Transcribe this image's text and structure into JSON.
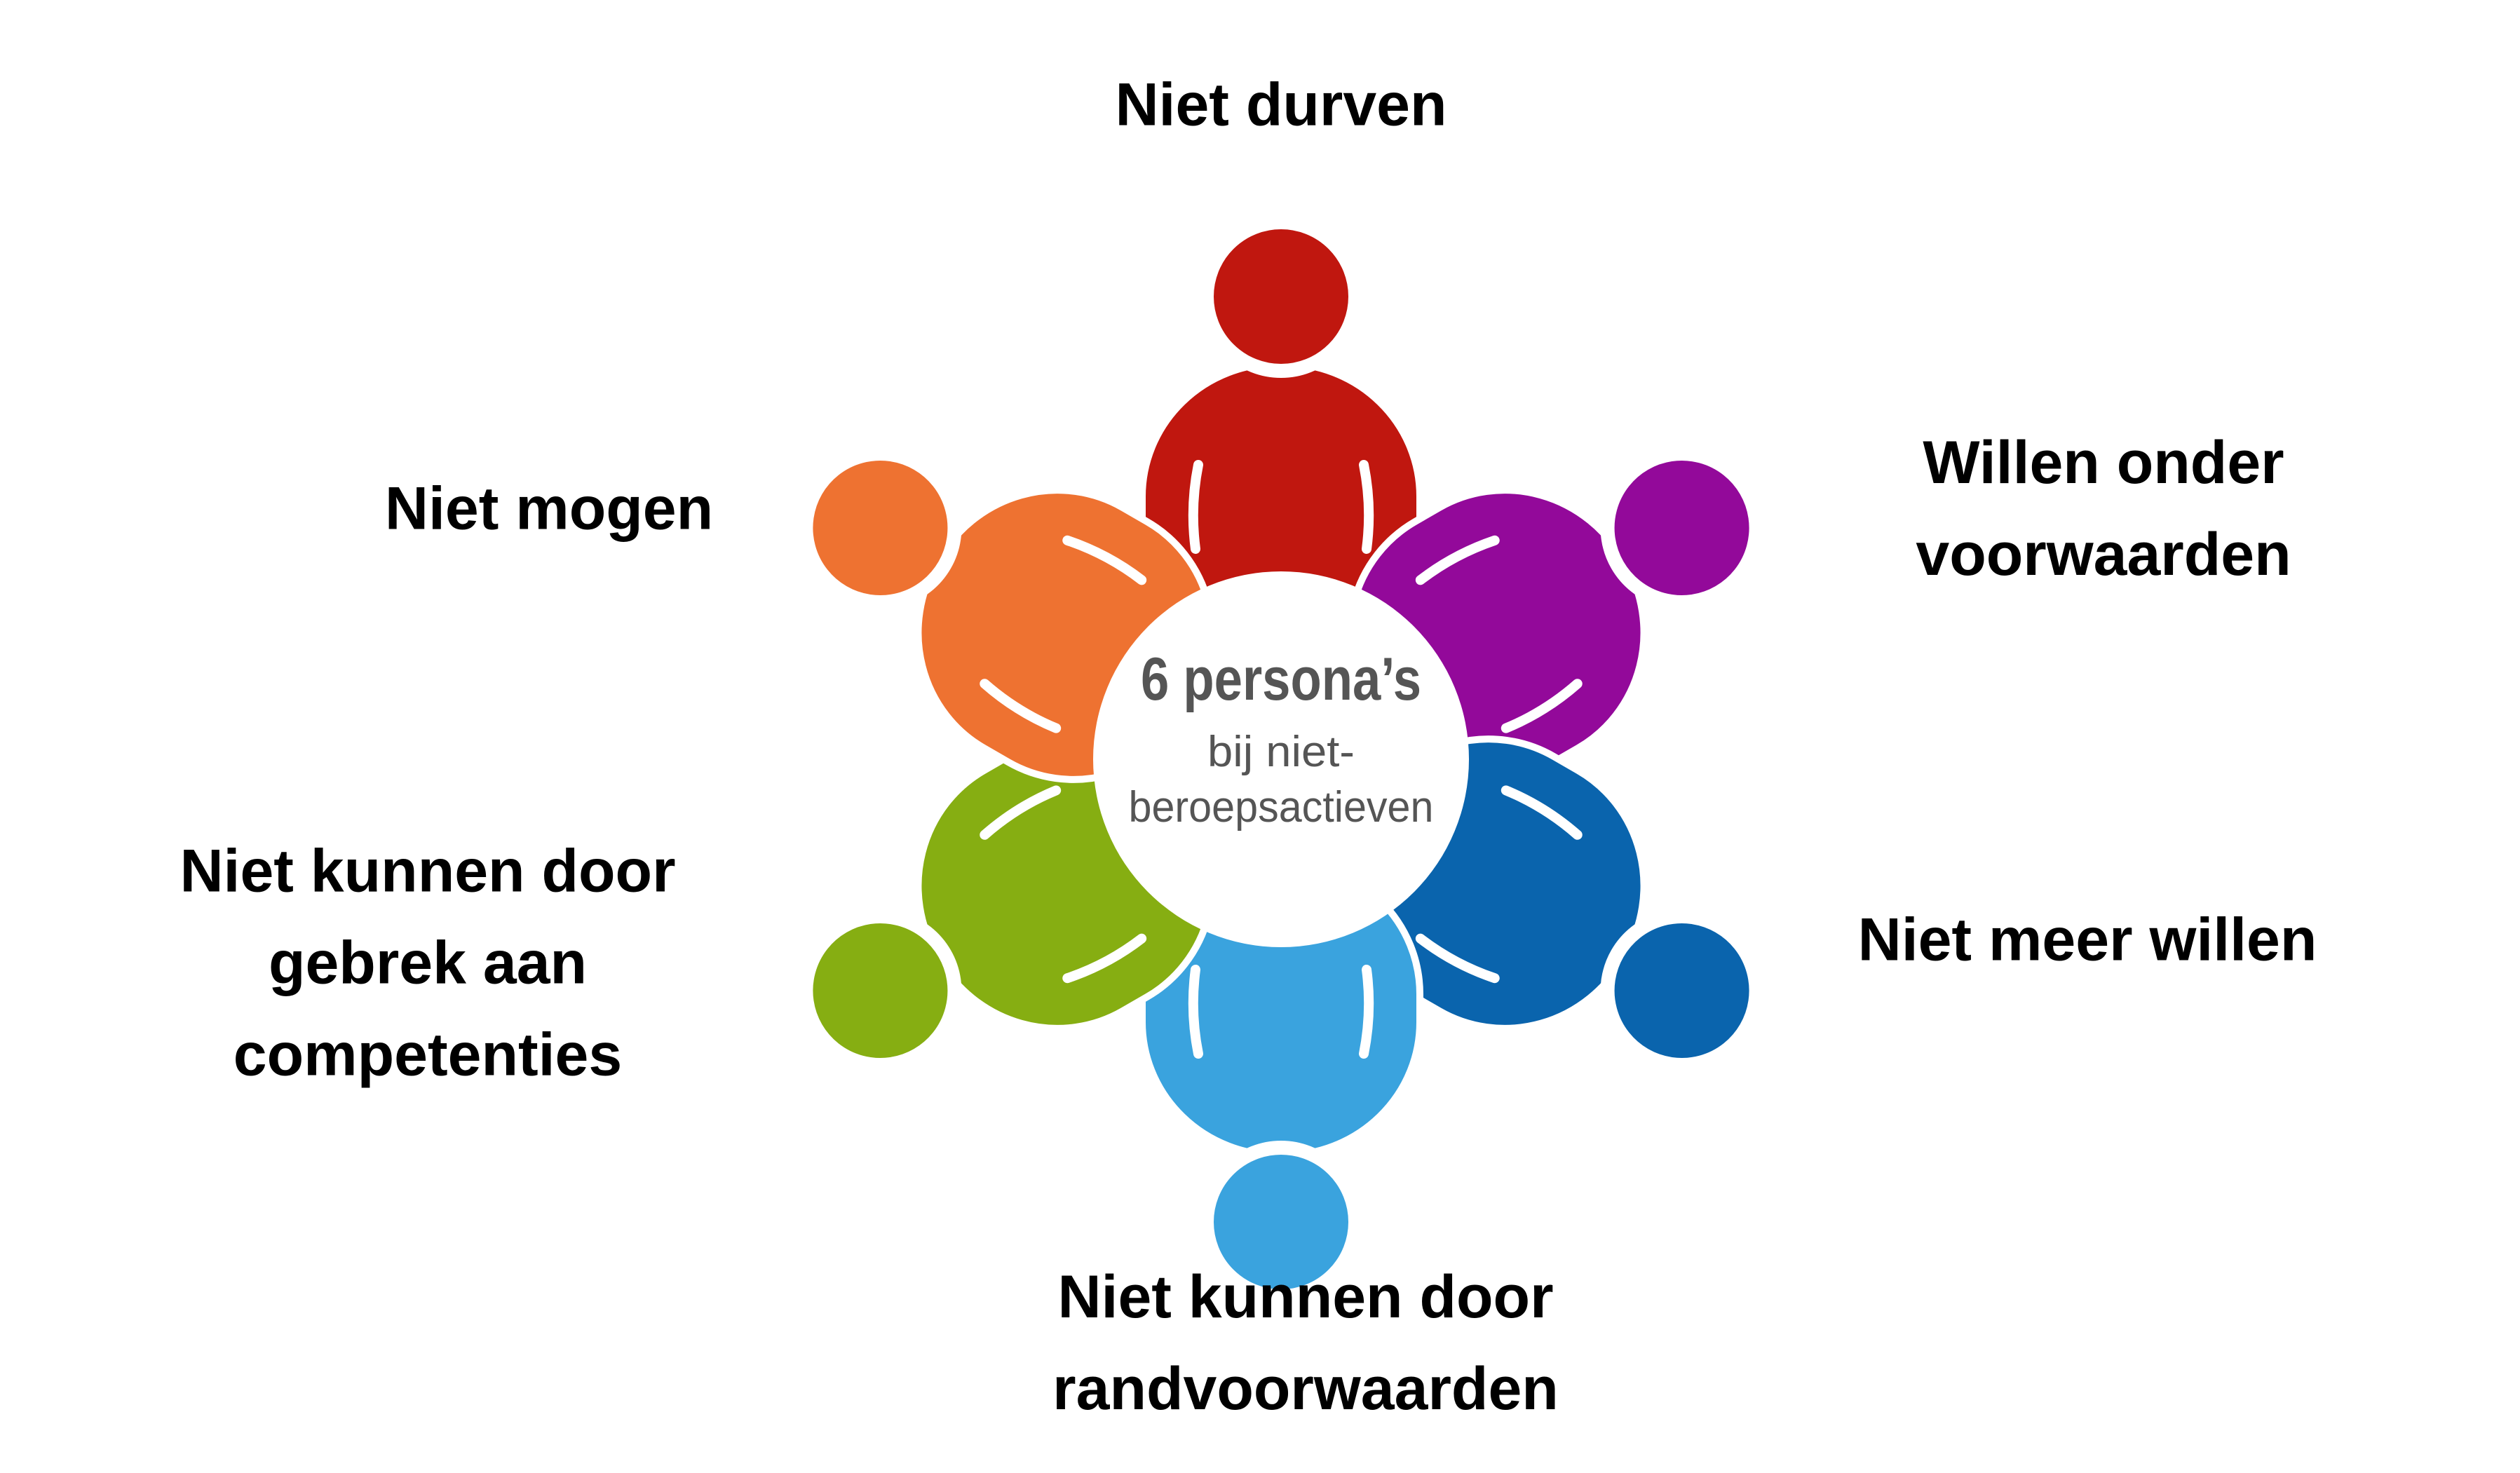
{
  "center": {
    "title": "6 persona’s",
    "line1": "bij niet-",
    "line2": "beroepsactieven"
  },
  "personas": [
    {
      "label_lines": [
        "Niet durven"
      ],
      "color": "#c0170f",
      "icon": "person-icon"
    },
    {
      "label_lines": [
        "Willen onder",
        "voorwaarden"
      ],
      "color": "#93099a",
      "icon": "person-icon"
    },
    {
      "label_lines": [
        "Niet meer willen"
      ],
      "color": "#0a64ad",
      "icon": "person-icon"
    },
    {
      "label_lines": [
        "Niet kunnen door",
        "randvoorwaarden"
      ],
      "color": "#3aa3de",
      "icon": "person-icon"
    },
    {
      "label_lines": [
        "Niet kunnen door",
        "gebrek aan",
        "competenties"
      ],
      "color": "#86ae12",
      "icon": "person-icon"
    },
    {
      "label_lines": [
        "Niet mogen"
      ],
      "color": "#ee7231",
      "icon": "person-icon"
    }
  ]
}
